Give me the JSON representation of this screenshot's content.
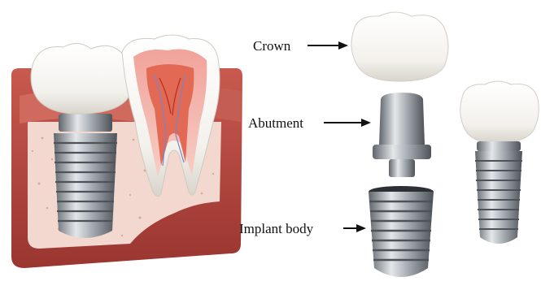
{
  "labels": {
    "crown": "Crown",
    "abutment": "Abutment",
    "implant_body": "Implant body"
  },
  "colors": {
    "gum": "#b5483f",
    "gum_dark": "#8e2f2a",
    "gum_light": "#e58f85",
    "bone": "#f3d8cf",
    "enamel": "#fafaf7",
    "enamel_shade": "#dcd9d2",
    "metal": "#9aa0a6",
    "metal_dark": "#5f656b",
    "metal_light": "#e4e7ea",
    "pulp": "#e26a55",
    "nerve": "#7b83c9",
    "arrow": "#111111"
  }
}
